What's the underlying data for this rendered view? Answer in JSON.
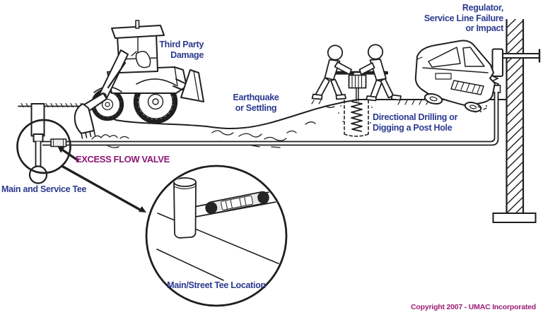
{
  "colors": {
    "label_blue": "#2b3a8f",
    "accent_purple": "#8e1777",
    "copyright_purple": "#9c1c74",
    "line_black": "#1f1f1f",
    "background": "#ffffff"
  },
  "labels": {
    "third_party_damage": "Third Party\nDamage",
    "earthquake_settling": "Earthquake\nor Settling",
    "directional_drilling": "Directional Drilling or\nDigging a Post Hole",
    "regulator_failure": "Regulator,\nService Line Failure\nor Impact",
    "excess_flow_valve": "EXCESS FLOW VALVE",
    "main_and_service_tee": "Main and Service Tee",
    "main_street_tee_location": "Main/Street Tee Location",
    "copyright": "Copyright 2007 - UMAC Incorporated"
  },
  "figures": [
    "backhoe-excavator",
    "settling-ground",
    "post-hole-auger-diggers",
    "crashed-car",
    "masonry-wall",
    "regulator-assembly",
    "gas-service-line",
    "riser-and-tee",
    "excess-flow-valve-cartridge",
    "magnifier-circle",
    "tee-location-inset"
  ]
}
